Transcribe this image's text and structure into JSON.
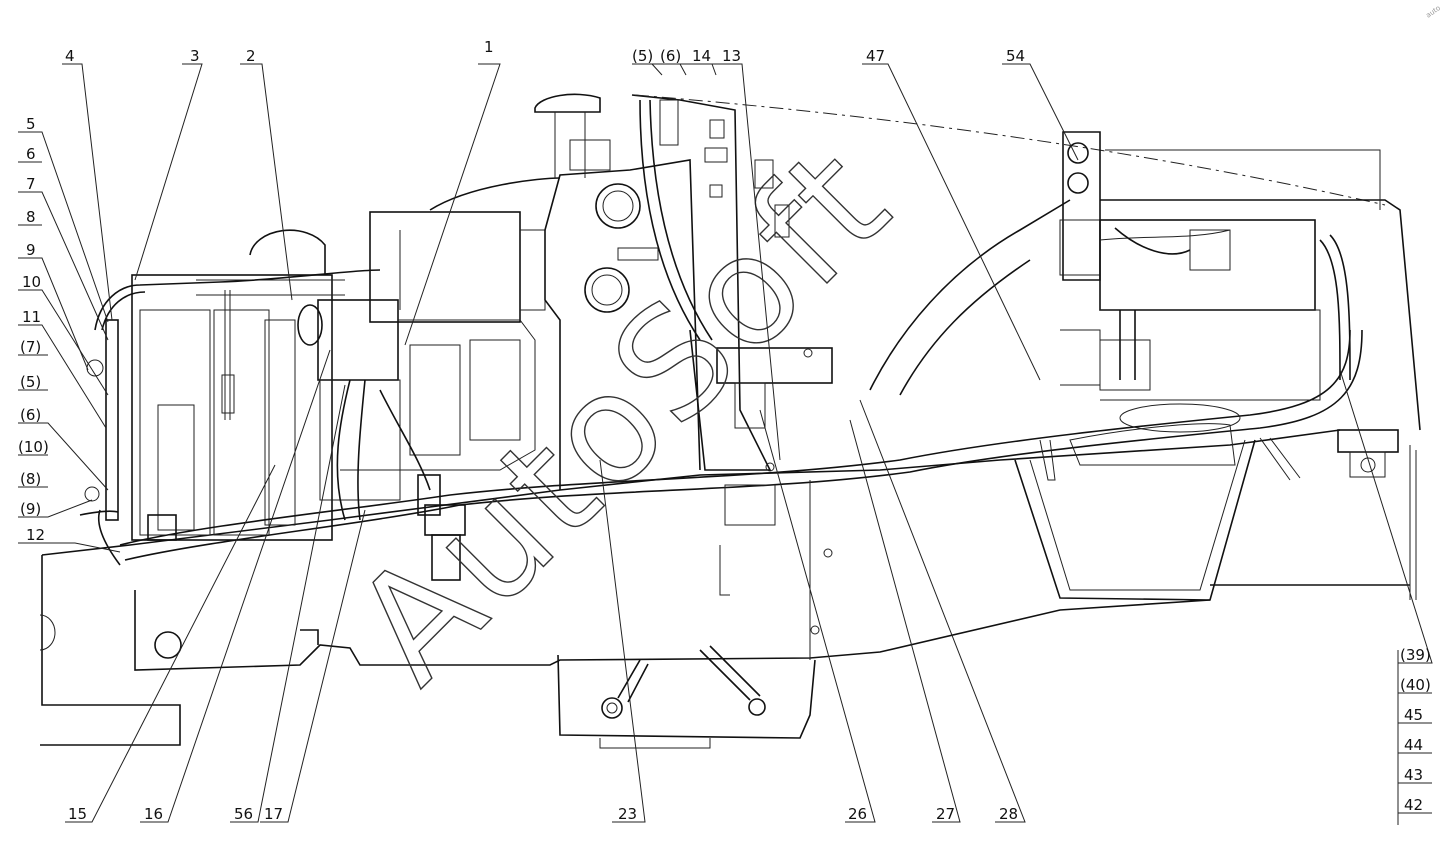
{
  "watermark": "AutoSoft",
  "corner_mark": "auto",
  "callouts": {
    "top": [
      "4",
      "3",
      "2",
      "1",
      "(5)",
      "(6)",
      "14",
      "13",
      "47",
      "54"
    ],
    "left": [
      "5",
      "6",
      "7",
      "8",
      "9",
      "10",
      "11",
      "(7)",
      "(5)",
      "(6)",
      "(10)",
      "(8)",
      "(9)",
      "12"
    ],
    "bottom": [
      "15",
      "16",
      "56",
      "17",
      "23",
      "26",
      "27",
      "28"
    ],
    "right": [
      "(39)",
      "(40)",
      "45",
      "44",
      "43",
      "42"
    ]
  }
}
